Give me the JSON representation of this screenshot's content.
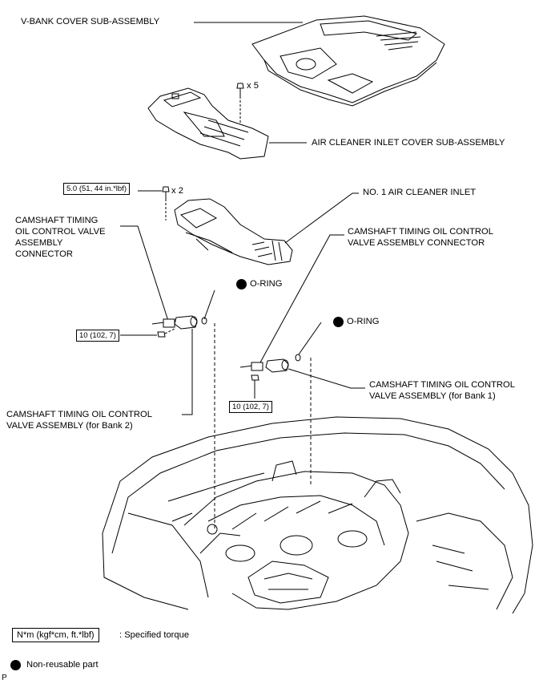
{
  "labels": {
    "vbank_cover": "V-BANK COVER SUB-ASSEMBLY",
    "air_cleaner_inlet_cover": "AIR CLEANER INLET COVER SUB-ASSEMBLY",
    "no1_air_cleaner_inlet": "NO. 1 AIR CLEANER INLET",
    "connector_bank2_l1": "CAMSHAFT TIMING",
    "connector_bank2_l2": "OIL CONTROL VALVE",
    "connector_bank2_l3": "ASSEMBLY",
    "connector_bank2_l4": "CONNECTOR",
    "connector_bank1_l1": "CAMSHAFT TIMING OIL CONTROL",
    "connector_bank1_l2": "VALVE ASSEMBLY CONNECTOR",
    "oring_left": "O-RING",
    "oring_right": "O-RING",
    "valve_bank1_l1": "CAMSHAFT TIMING OIL CONTROL",
    "valve_bank1_l2": "VALVE ASSEMBLY (for Bank 1)",
    "valve_bank2_l1": "CAMSHAFT TIMING OIL CONTROL",
    "valve_bank2_l2": "VALVE ASSEMBLY (for Bank 2)"
  },
  "quantities": {
    "bolts_cover": "x 5",
    "bolts_inlet": "x 2"
  },
  "torques": {
    "inlet": "5.0 (51, 44 in.*lbf)",
    "bank2": "10 (102, 7)",
    "bank1": "10 (102, 7)"
  },
  "legend": {
    "torque_box": "N*m (kgf*cm, ft.*lbf)",
    "torque_desc": ": Specified torque",
    "nonreusable": "Non-reusable part"
  },
  "corner_code": "P"
}
